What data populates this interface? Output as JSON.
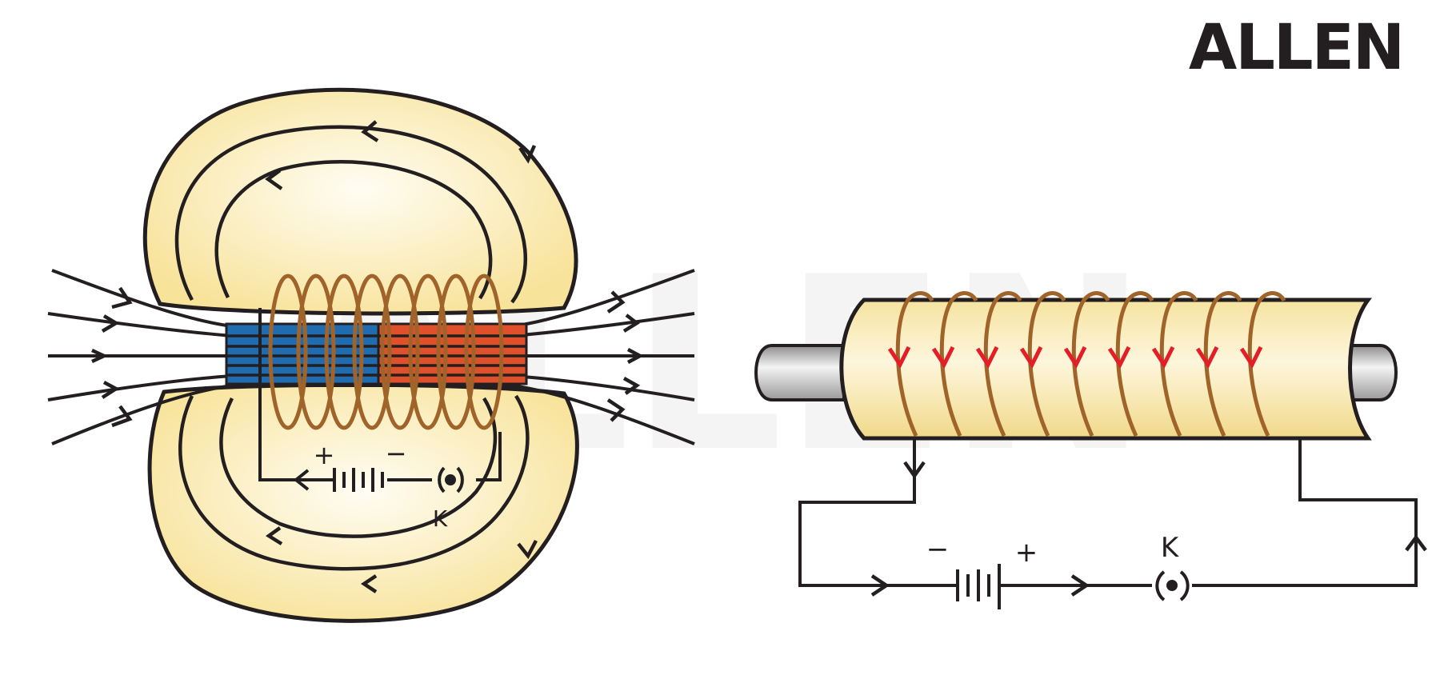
{
  "brand": {
    "logo_text": "ALLEN",
    "watermark_text": "ALLEN"
  },
  "left_diagram": {
    "battery_plus": "+",
    "battery_minus": "−",
    "key_label": "K"
  },
  "right_diagram": {
    "battery_minus": "−",
    "battery_plus": "+",
    "key_label": "K"
  },
  "colors": {
    "field_fill": "#fbeaa8",
    "line": "#231f20",
    "coil": "#a0642a",
    "south_pole": "#1f6cb0",
    "north_pole": "#e0502a",
    "arrow_red": "#e41e26",
    "rod": "#c8c8c8"
  }
}
